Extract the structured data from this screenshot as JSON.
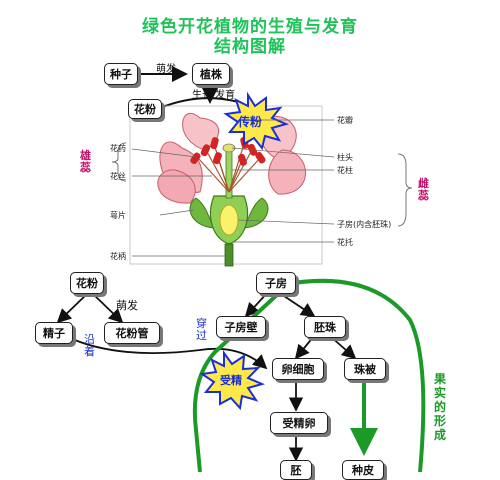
{
  "title": {
    "line1": "绿色开花植物的生殖与发育",
    "line2": "结构图解"
  },
  "colors": {
    "title": "#1fc35a",
    "green_arrow": "#1b9a28",
    "burst_fill": "#ffe94a",
    "burst_text": "#1a2fd6",
    "label_magenta": "#c0106a"
  },
  "top": {
    "seed": "种子",
    "germinate": "萌发",
    "plant": "植株",
    "grow_develop": "生长  发育",
    "pollen": "花粉",
    "pollination": "传粉"
  },
  "flower": {
    "left_labels": [
      "花药",
      "花丝",
      "萼片",
      "花柄"
    ],
    "right_labels": [
      "花瓣",
      "柱头",
      "花柱",
      "子房(内含胚珠)",
      "花托"
    ],
    "stamen": "雄蕊",
    "pistil": "雌蕊"
  },
  "bottom": {
    "pollen": "花粉",
    "germinate": "萌发",
    "sperm": "精子",
    "pollen_tube": "花粉管",
    "along": "沿着",
    "ovary": "子房",
    "ovary_wall": "子房壁",
    "pass_through": "穿过",
    "ovule": "胚珠",
    "fertilization": "受精",
    "egg_cell": "卵细胞",
    "integument": "珠被",
    "zygote": "受精卵",
    "embryo": "胚",
    "seed_coat": "种皮",
    "fruit_formation": "果实的形成"
  }
}
